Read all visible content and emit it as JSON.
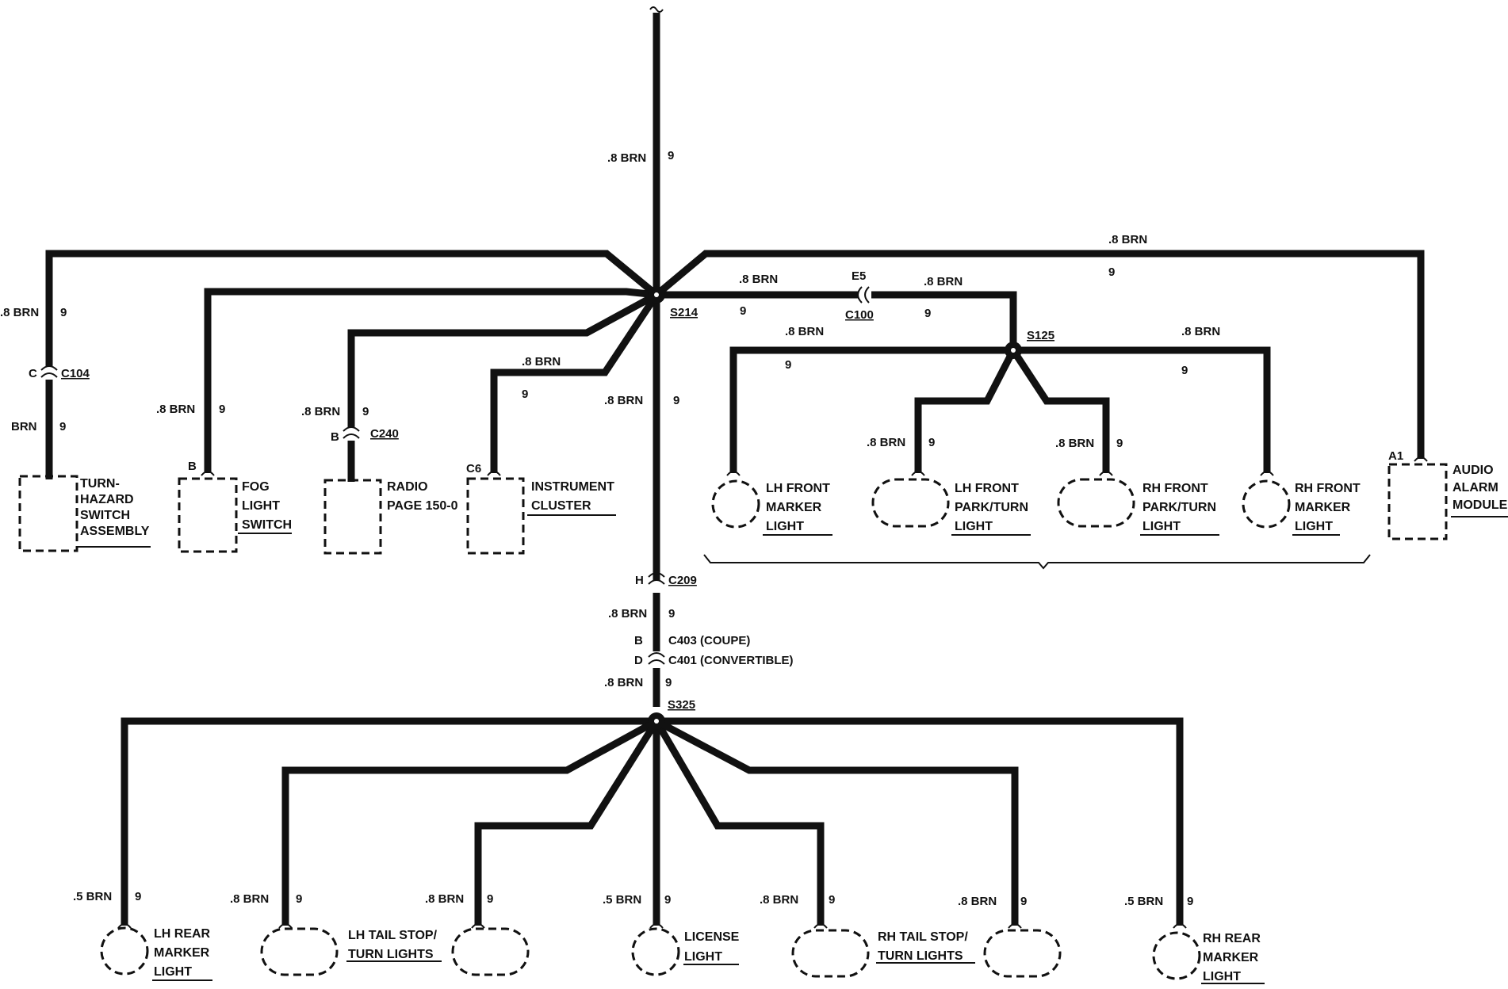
{
  "wire_labels": {
    "top": ".8 BRN",
    "top_circuit": "9",
    "right_top": ".8 BRN",
    "right_top_circuit": "9",
    "c100_left": ".8 BRN",
    "c100_left_circuit": "9",
    "c100_right": ".8 BRN",
    "c100_right_circuit": "9",
    "turn_hazard_upper": ".8 BRN",
    "turn_hazard_upper_circuit": "9",
    "turn_hazard_lower": "BRN",
    "turn_hazard_lower_circuit": "9",
    "fog": ".8 BRN",
    "fog_circuit": "9",
    "radio": ".8 BRN",
    "radio_circuit": "9",
    "instrument": ".8 BRN",
    "instrument_circuit": "9",
    "trunk_mid": ".8 BRN",
    "trunk_mid_circuit": "9",
    "s125_left": ".8 BRN",
    "s125_left_circuit": "9",
    "s125_right": ".8 BRN",
    "s125_right_circuit": "9",
    "lh_park": ".8 BRN",
    "lh_park_circuit": "9",
    "rh_park": ".8 BRN",
    "rh_park_circuit": "9",
    "below_c209": ".8 BRN",
    "below_c209_circuit": "9",
    "above_s325": ".8 BRN",
    "above_s325_circuit": "9",
    "lh_rear_marker": ".5 BRN",
    "lh_rear_marker_circuit": "9",
    "lh_tail1": ".8 BRN",
    "lh_tail1_circuit": "9",
    "lh_tail2": ".8 BRN",
    "lh_tail2_circuit": "9",
    "license": ".5 BRN",
    "license_circuit": "9",
    "rh_tail1": ".8 BRN",
    "rh_tail1_circuit": "9",
    "rh_tail2": ".8 BRN",
    "rh_tail2_circuit": "9",
    "rh_rear_marker": ".5 BRN",
    "rh_rear_marker_circuit": "9"
  },
  "splices": {
    "s214": "S214",
    "s125": "S125",
    "s325": "S325"
  },
  "connectors": {
    "c104": "C104",
    "c104_pin": "C",
    "c240": "C240",
    "c240_pin": "B",
    "c100": "C100",
    "c100_pin": "E5",
    "c209": "C209",
    "c209_pin": "H",
    "c403": "C403 (COUPE)",
    "c403_pin": "B",
    "c401": "C401 (CONVERTIBLE)",
    "c401_pin": "D"
  },
  "pins": {
    "fog": "B",
    "instrument": "C6",
    "audio": "A1"
  },
  "components": {
    "turn_hazard": [
      "TURN-",
      "HAZARD",
      "SWITCH",
      "ASSEMBLY"
    ],
    "fog_switch": [
      "FOG",
      "LIGHT",
      "SWITCH"
    ],
    "radio": [
      "RADIO",
      "PAGE 150-0"
    ],
    "instrument_cluster": [
      "INSTRUMENT",
      "CLUSTER"
    ],
    "lh_front_marker": [
      "LH FRONT",
      "MARKER",
      "LIGHT"
    ],
    "lh_front_park": [
      "LH FRONT",
      "PARK/TURN",
      "LIGHT"
    ],
    "rh_front_park": [
      "RH FRONT",
      "PARK/TURN",
      "LIGHT"
    ],
    "rh_front_marker": [
      "RH FRONT",
      "MARKER",
      "LIGHT"
    ],
    "audio_alarm": [
      "AUDIO",
      "ALARM",
      "MODULE"
    ],
    "lh_rear_marker": [
      "LH REAR",
      "MARKER",
      "LIGHT"
    ],
    "lh_tail": [
      "LH TAIL STOP/",
      "TURN LIGHTS"
    ],
    "license": [
      "LICENSE",
      "LIGHT"
    ],
    "rh_tail": [
      "RH TAIL STOP/",
      "TURN LIGHTS"
    ],
    "rh_rear_marker": [
      "RH REAR",
      "MARKER",
      "LIGHT"
    ]
  }
}
